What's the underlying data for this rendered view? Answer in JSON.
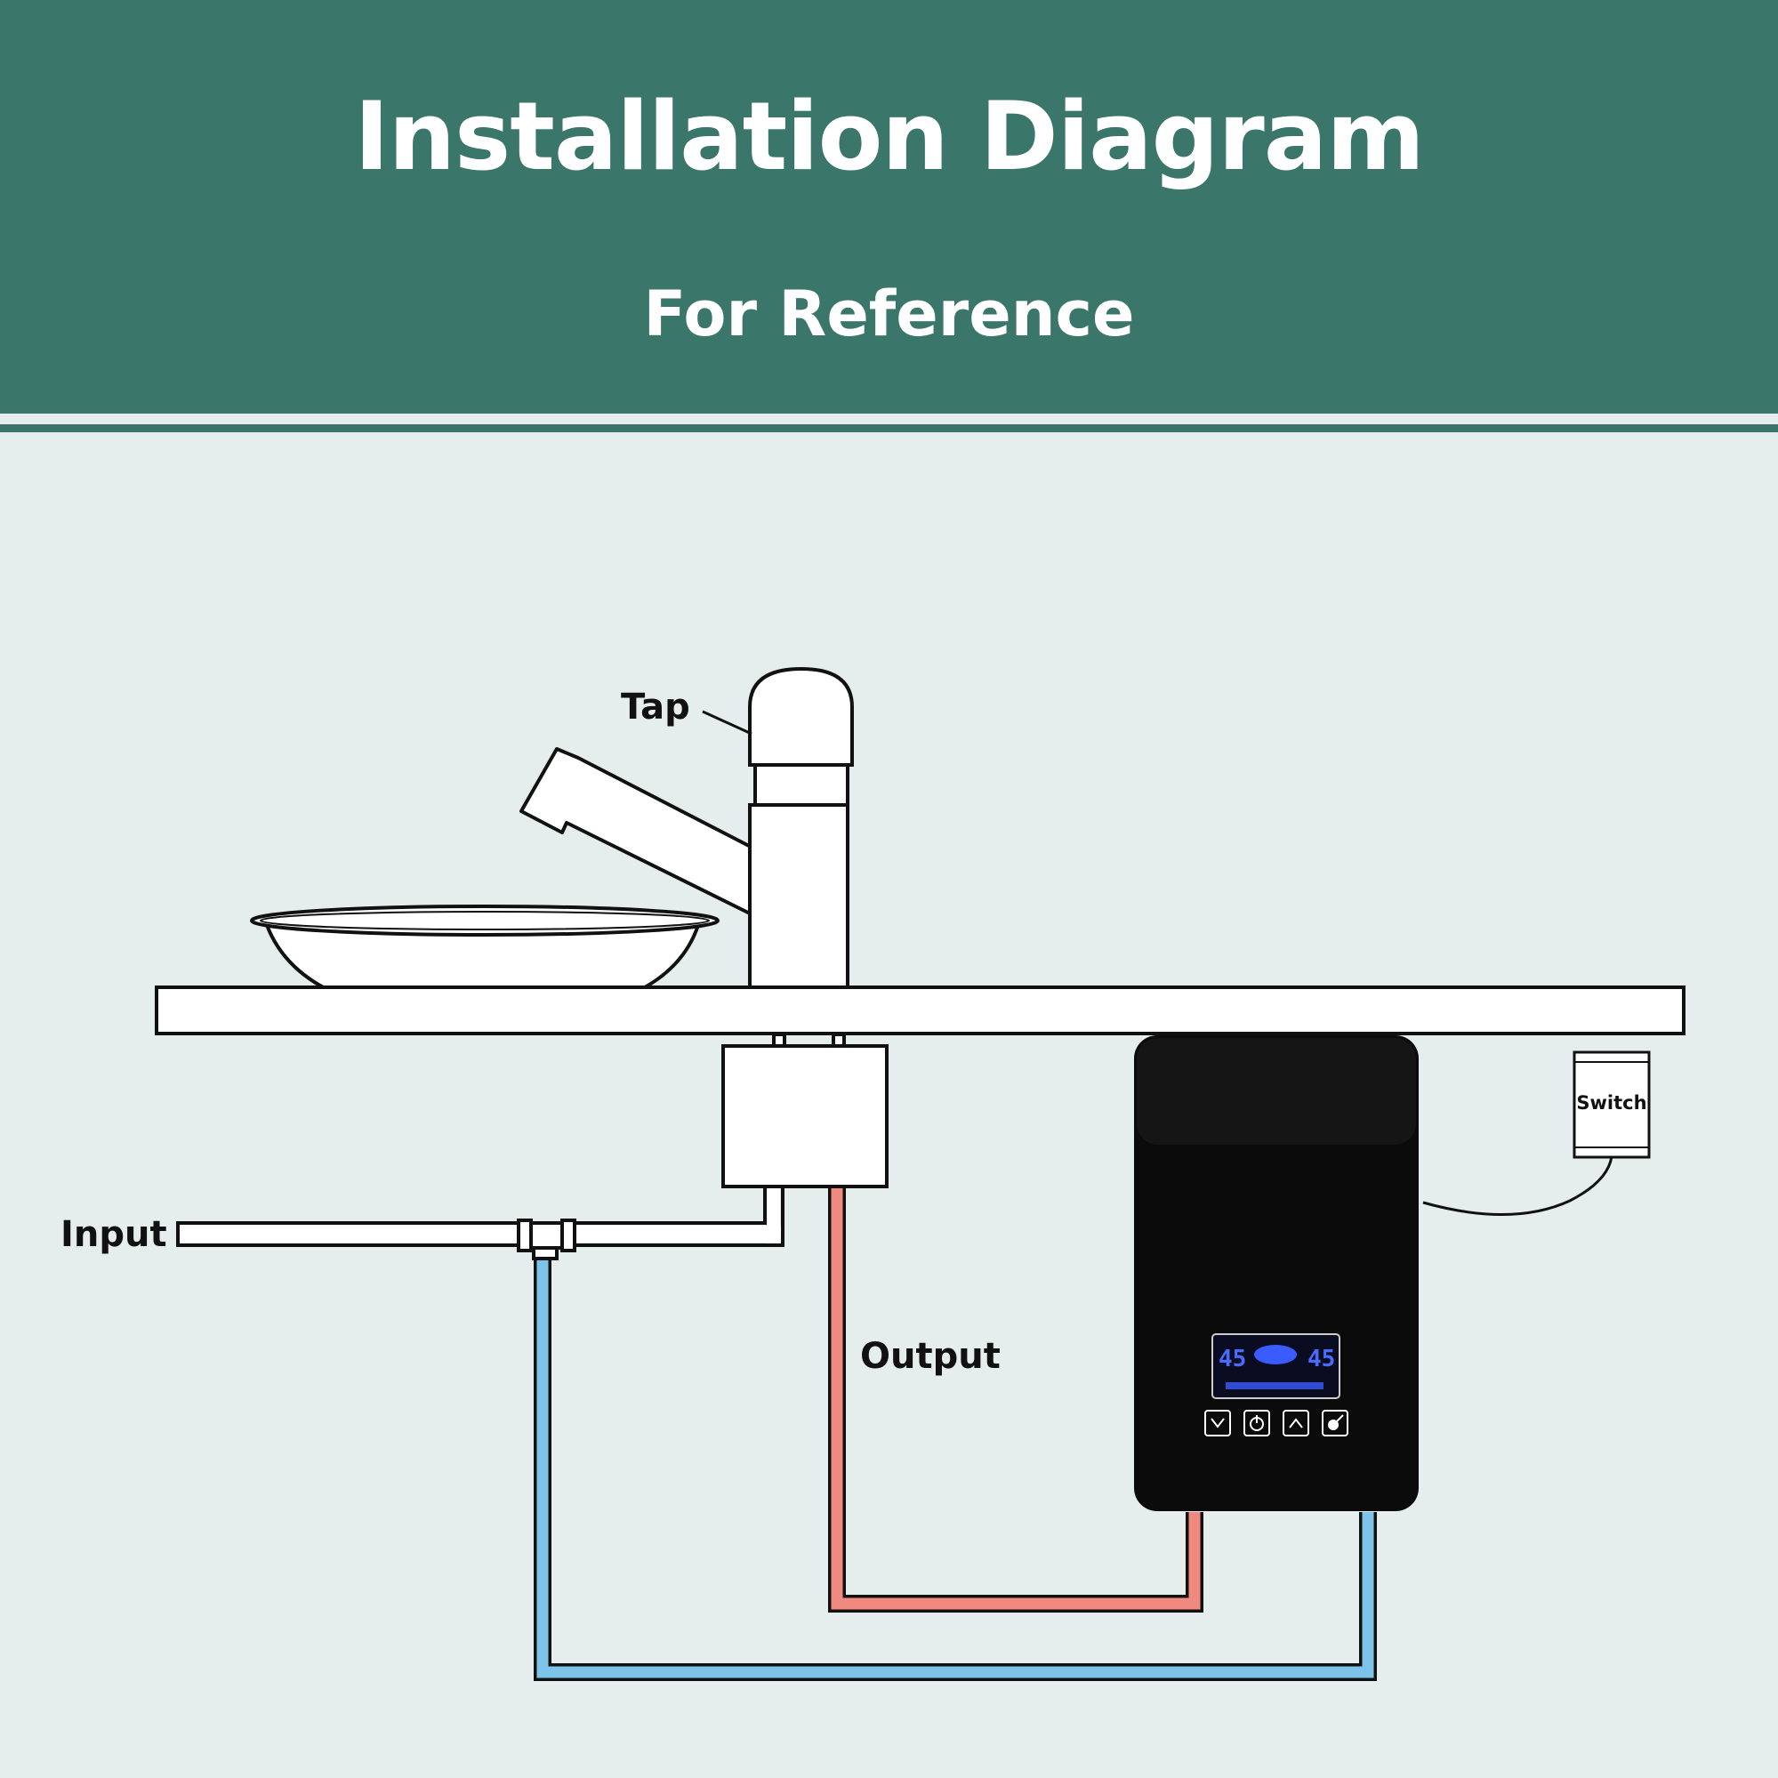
{
  "header": {
    "title": "Installation Diagram",
    "subtitle": "For Reference"
  },
  "labels": {
    "tap": "Tap",
    "input": "Input",
    "output": "Output",
    "switch": "Switch"
  },
  "heater": {
    "display_left": "45",
    "display_right": "45"
  },
  "colors": {
    "header_bg": "#3a766a",
    "background": "#e6eeed",
    "cold_pipe": "#7cc4ea",
    "hot_pipe": "#f08a80",
    "heater_body": "#0b0b0b",
    "display": "#3a5cff"
  },
  "icons": [
    "down-arrow-icon",
    "power-icon",
    "up-arrow-icon",
    "mode-icon"
  ]
}
